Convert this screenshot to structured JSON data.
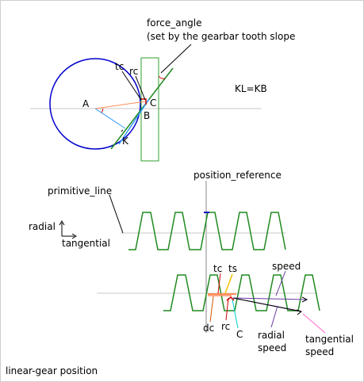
{
  "labels": {
    "force_angle_1": "force_angle",
    "force_angle_2": "(set by the gearbar tooth slope",
    "tc": "tc",
    "rc": "rc",
    "A": "A",
    "B": "B",
    "C": "C",
    "K": "K",
    "kl_kb": "KL=KB",
    "primitive_line": "primitive_line",
    "position_reference": "position_reference",
    "radial": "radial",
    "tangential": "tangential",
    "speed": "speed",
    "tc2": "tc",
    "ts": "ts",
    "dc": "dc",
    "rc2": "rc",
    "C2": "C",
    "radial_speed_1": "radial",
    "radial_speed_2": "speed",
    "tangential_speed_1": "tangential",
    "tangential_speed_2": "speed",
    "caption": "linear-gear position"
  },
  "colors": {
    "circle": "#0000cc",
    "gearbar": "#2ca02c",
    "tooth": "#1f8a1f",
    "radius": "#ff8c5a",
    "angle": "#cc0000",
    "tangent": "#3399ff",
    "thin_line": "#b0b0b0",
    "pink": "#ff66cc",
    "purple": "#6a3aa0",
    "cyan": "#00cccc",
    "yellow": "#f0c000"
  }
}
